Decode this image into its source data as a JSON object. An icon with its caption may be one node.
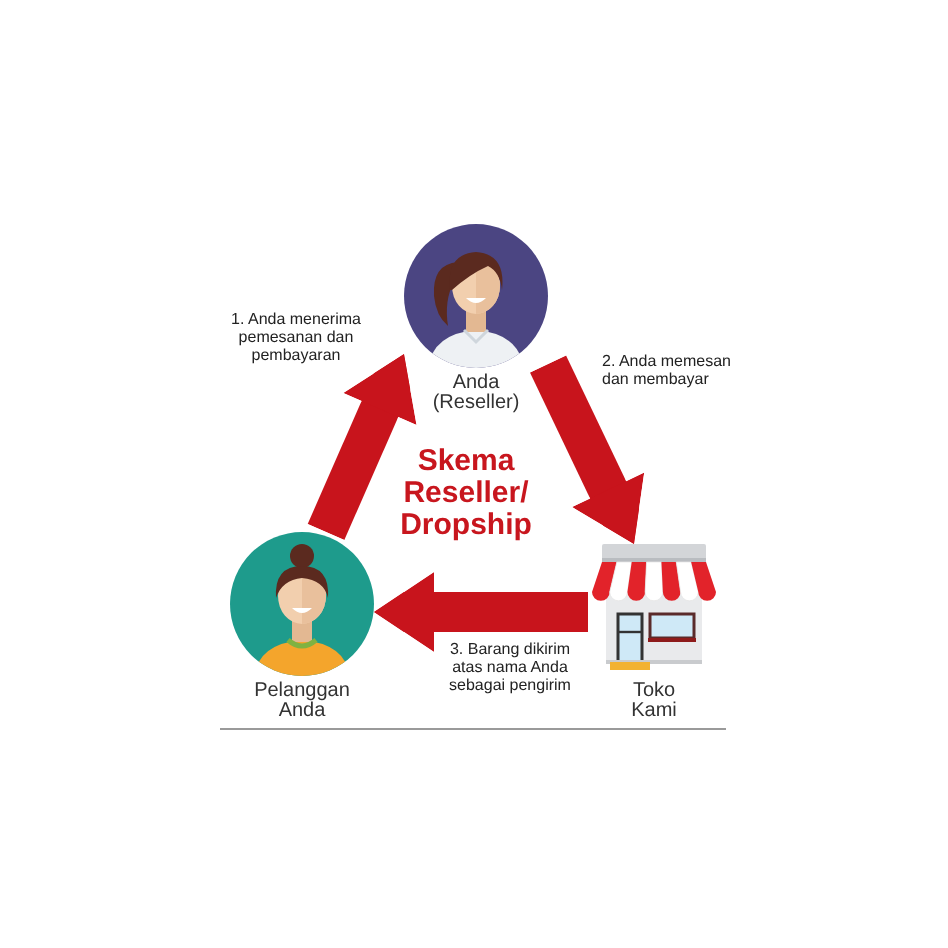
{
  "diagram": {
    "title": "Skema Reseller/ Dropship",
    "nodes": [
      {
        "text": [
          "Anda (Reseller)"
        ]
      },
      {
        "text": [
          "Pelanggan Anda"
        ]
      },
      {
        "text": [
          "Toko Kami"
        ]
      }
    ],
    "edges": [
      {
        "from": 1,
        "to": 0,
        "arrow": "to",
        "label": "1. Anda menerima pemesanan dan pembayaran"
      },
      {
        "from": 0,
        "to": 2,
        "arrow": "to",
        "label": "2. Anda memesan dan membayar"
      },
      {
        "from": 2,
        "to": 1,
        "arrow": "to",
        "label": "3. Barang dikirim atas nama Anda sebagai pengirim"
      }
    ]
  }
}
